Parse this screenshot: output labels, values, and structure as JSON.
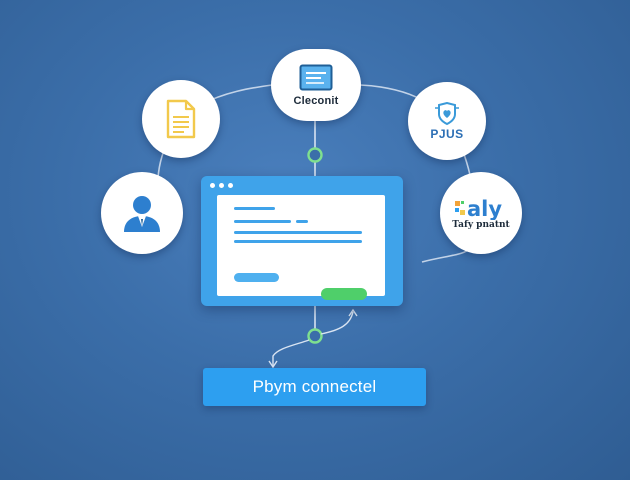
{
  "nodes": {
    "document": {
      "icon": "document-icon",
      "label": ""
    },
    "center": {
      "icon": "monitor-icon",
      "label": "Cleconit"
    },
    "plus": {
      "icon": "shield-heart-icon",
      "label": "PJUS"
    },
    "user": {
      "icon": "user-icon",
      "label": ""
    },
    "brand": {
      "icon": "brand-logo-icon",
      "logo_text": "aly",
      "label": "Tafy pnatnt"
    }
  },
  "app_window": {
    "icon": "browser-window-icon"
  },
  "status": {
    "label": "Pbym connectel"
  },
  "colors": {
    "background": "#3b6ea9",
    "node_fill": "#ffffff",
    "window_fill": "#3fa3ea",
    "accent_blue": "#2d9ff0",
    "accent_green": "#4fcf6a",
    "connector": "#d9e4f2",
    "doc_icon": "#f2c94c"
  }
}
